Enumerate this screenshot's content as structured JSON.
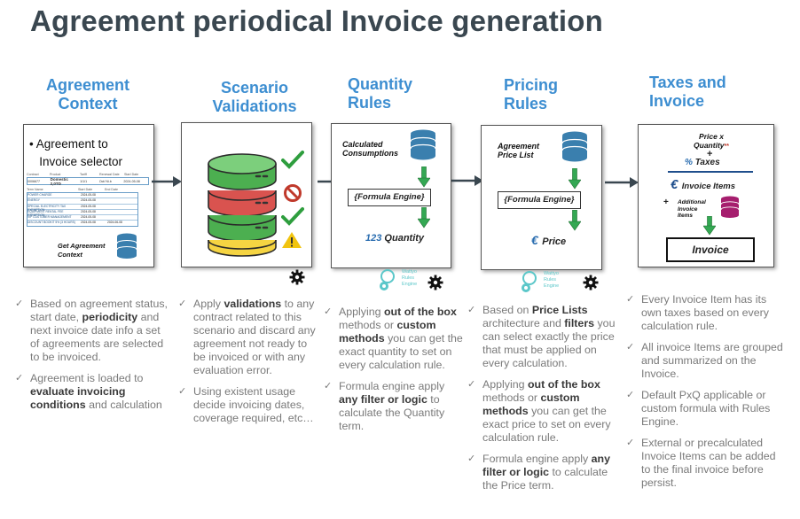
{
  "title": "Agreement periodical Invoice generation",
  "columns": [
    {
      "title": "Agreement\nContext"
    },
    {
      "title": "Scenario\nValidations"
    },
    {
      "title": "Quantity\nRules"
    },
    {
      "title": "Pricing\nRules"
    },
    {
      "title": "Taxes and\nInvoice"
    }
  ],
  "card1": {
    "bullet": "• Agreement to\n   Invoice selector",
    "get_context": "Get Agreement\nContext",
    "table_header": [
      "Contract",
      "Product",
      "Tariff",
      "Renewal Date",
      "Start Date"
    ],
    "table_row": [
      "0006677",
      "Domestic 2,0TD",
      "1/1/1",
      "Oct/ Ni.b",
      "2024-05-08"
    ],
    "subtable_header": [
      "Term Name",
      "Start Date",
      "End Date"
    ],
    "subtable_rows": [
      [
        "POWER CHARGE",
        "2024-05-08"
      ],
      [
        "ENERGY",
        "2024-05-08"
      ],
      [
        "SPECIAL ELECTRICITY TAX EXEMPTION",
        "2024-05-08"
      ],
      [
        "EQUIPMENT RENTAL FEE EXEMPTION",
        "2024-05-08"
      ],
      [
        "VIP CUSTOMER MANAGEMENT",
        "2024-05-08"
      ],
      [
        "DISCOUNT BOOKIT 5% (3 HOURS)",
        "2024-05-08",
        "2024-06-08"
      ]
    ]
  },
  "card3": {
    "source": "Calculated\nConsumptions",
    "engine": "{Formula Engine}",
    "result_prefix": "123",
    "result": "Quantity",
    "logo": "Wattyo\nRules\nEngine"
  },
  "card4": {
    "source": "Agreement\nPrice List",
    "engine": "{Formula Engine}",
    "result_prefix": "€",
    "result": "Price",
    "logo": "Wattyo\nRules\nEngine"
  },
  "card5": {
    "price_qty": "Price x\nQuantity",
    "asterisks": "**",
    "plus": "+",
    "taxes_prefix": "%",
    "taxes": "Taxes",
    "items_prefix": "€",
    "items": "Invoice Items",
    "plus2": "+",
    "additional": "Additional\nInvoice\nItems",
    "invoice": "Invoice"
  },
  "lists": [
    [
      [
        {
          "t": "Based on agreement status, start date, "
        },
        {
          "t": "periodicity",
          "b": true
        },
        {
          "t": " and next invoice date info a set of agreements are selected to be invoiced."
        }
      ],
      [
        {
          "t": "Agreement is loaded to "
        },
        {
          "t": "evaluate invoicing conditions",
          "b": true
        },
        {
          "t": " and calculation"
        }
      ]
    ],
    [
      [
        {
          "t": "Apply "
        },
        {
          "t": "validations",
          "b": true
        },
        {
          "t": " to any contract related to this scenario and discard any agreement not ready to be invoiced or with any evaluation error."
        }
      ],
      [
        {
          "t": "Using existent usage decide invoicing dates, coverage required, etc…"
        }
      ]
    ],
    [
      [
        {
          "t": "Applying "
        },
        {
          "t": "out of the box",
          "b": true
        },
        {
          "t": " methods or "
        },
        {
          "t": "custom methods",
          "b": true
        },
        {
          "t": " you can get the exact quantity to set on every calculation rule."
        }
      ],
      [
        {
          "t": "Formula engine apply "
        },
        {
          "t": "any filter or logic",
          "b": true
        },
        {
          "t": " to calculate the Quantity term."
        }
      ]
    ],
    [
      [
        {
          "t": "Based on "
        },
        {
          "t": "Price Lists",
          "b": true
        },
        {
          "t": " architecture and "
        },
        {
          "t": "filters",
          "b": true
        },
        {
          "t": " you can select exactly the price that must be applied on every calculation."
        }
      ],
      [
        {
          "t": "Applying "
        },
        {
          "t": "out of the box",
          "b": true
        },
        {
          "t": " methods or "
        },
        {
          "t": "custom methods",
          "b": true
        },
        {
          "t": " you can get the exact price to set on every calculation rule."
        }
      ],
      [
        {
          "t": "Formula engine apply "
        },
        {
          "t": "any filter or logic",
          "b": true
        },
        {
          "t": " to calculate the Price term."
        }
      ]
    ],
    [
      [
        {
          "t": "Every Invoice Item has its own taxes based on every calculation rule."
        }
      ],
      [
        {
          "t": "All invoice Items are grouped and summarized on the Invoice."
        }
      ],
      [
        {
          "t": "Default PxQ applicable or custom formula with Rules Engine."
        }
      ],
      [
        {
          "t": "External or precalculated Invoice Items can be added to the final invoice before persist."
        }
      ]
    ]
  ],
  "colors": {
    "title": "#3a4750",
    "heading": "#3d8ed1",
    "db_blue": "#3a7fae",
    "db_green": "#2e9e3e",
    "db_red": "#c0392b",
    "db_yellow": "#f1c40f",
    "arrow_green": "#34a853",
    "magenta": "#a61e6e"
  },
  "icons": [
    "database-icon",
    "gear-icon",
    "check-icon",
    "prohibited-icon",
    "warning-icon",
    "arrow-right-icon",
    "arrow-down-icon",
    "rules-engine-logo"
  ]
}
